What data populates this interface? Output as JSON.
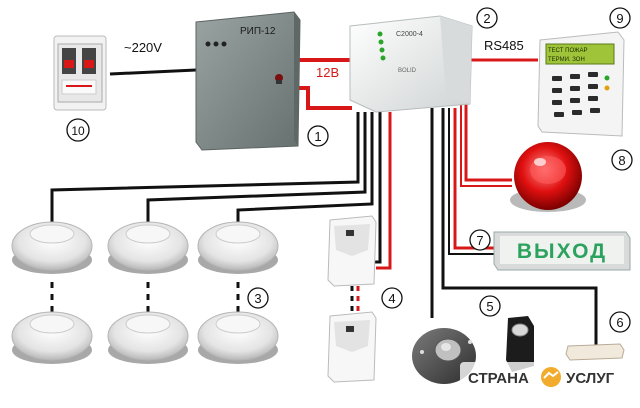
{
  "power": {
    "voltage_label": "~220V",
    "dc_label": "12В"
  },
  "psu": {
    "model": "РИП-12"
  },
  "controller": {
    "model": "С2000-4",
    "brand": "BOLID"
  },
  "bus": {
    "label": "RS485"
  },
  "keypad": {
    "screen_line1": "ТЕСТ ПОЖАР",
    "screen_line2": "ТЕРМИ. ЗОН"
  },
  "exit_sign": {
    "text": "ВЫХОД"
  },
  "numbers": {
    "n1": "1",
    "n2": "2",
    "n3": "3",
    "n4": "4",
    "n5": "5",
    "n6": "6",
    "n7": "7",
    "n8": "8",
    "n9": "9",
    "n10": "10"
  },
  "watermark": {
    "left": "СТРАНА",
    "right": "УСЛУГ"
  },
  "colors": {
    "wire_black": "#111111",
    "wire_red": "#d81818",
    "device_white": "#eeeeee",
    "psu_gray": "#7f8a88"
  }
}
